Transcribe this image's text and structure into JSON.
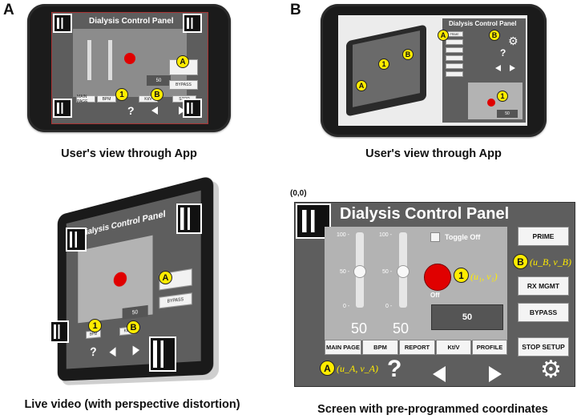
{
  "panels": {
    "a_letter": "A",
    "b_letter": "B"
  },
  "captions": {
    "a_top": "User's view through App",
    "b_top": "User's view through App",
    "a_bottom": "Live video (with perspective distortion)",
    "b_bottom": "Screen with pre-programmed coordinates"
  },
  "origin_label": "(0,0)",
  "panel_title": "Dialysis Control Panel",
  "toggle_label": "Toggle Off",
  "off_label": "Off",
  "slider_ticks": [
    "100 -",
    "50 -",
    "0 -"
  ],
  "slider_values": [
    "50",
    "50"
  ],
  "display_value": "50",
  "side_buttons": {
    "prime": "PRIME",
    "rx_mgmt": "RX MGMT",
    "bypass": "BYPASS",
    "stop_setup": "STOP SETUP"
  },
  "tabs": [
    "MAIN PAGE",
    "BPM",
    "REPORT",
    "Kt/V",
    "PROFILE"
  ],
  "badges": {
    "a": "A",
    "b": "B",
    "one": "1"
  },
  "coords": {
    "one": "(u₁, v₁)",
    "b": "(u_B, v_B)",
    "a": "(u_A, v_A)"
  },
  "nav_icons": [
    "question-mark-icon",
    "left-arrow-icon",
    "right-arrow-icon",
    "gear-icon"
  ],
  "mini_labels": {
    "bypass": "BYPASS",
    "main_page": "MAIN PAGE",
    "bpm": "BPM",
    "ktv": "Kt/V",
    "stop": "STOP",
    "value_50": "50",
    "off": "Off"
  },
  "colors": {
    "badge_yellow": "#ffec00",
    "panel_gray": "#5e5e5e",
    "area_gray": "#b3b3b3",
    "red_button": "#e00000"
  }
}
